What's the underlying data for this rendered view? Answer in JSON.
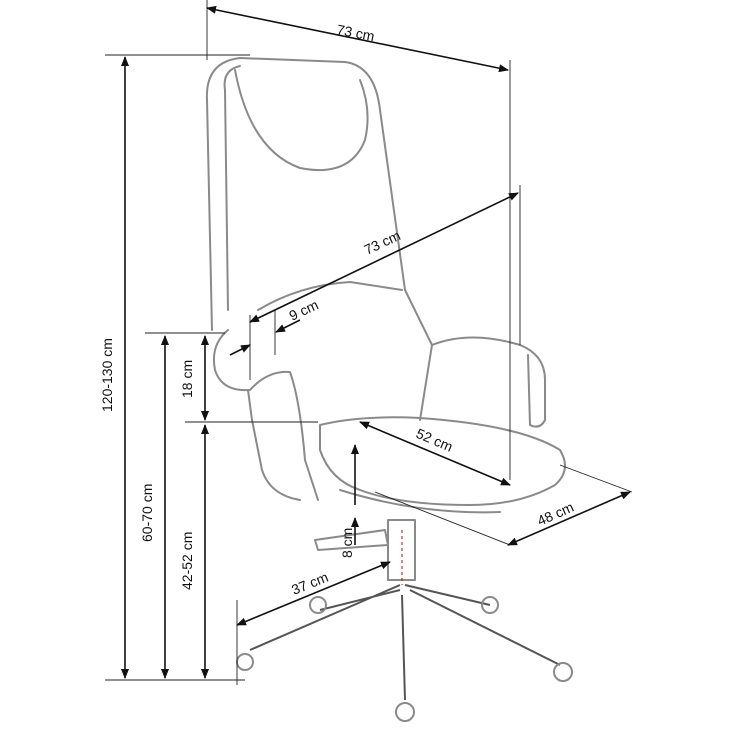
{
  "dimensions": {
    "overall_width": "73 cm",
    "seat_depth_total": "73 cm",
    "armrest_width": "9 cm",
    "armrest_height": "18 cm",
    "seat_depth": "52 cm",
    "seat_width": "48 cm",
    "seat_adjust": "8 cm",
    "base_radius": "37 cm",
    "seat_height": "42-52 cm",
    "armrest_floor_height": "60-70 cm",
    "total_height": "120-130 cm"
  }
}
